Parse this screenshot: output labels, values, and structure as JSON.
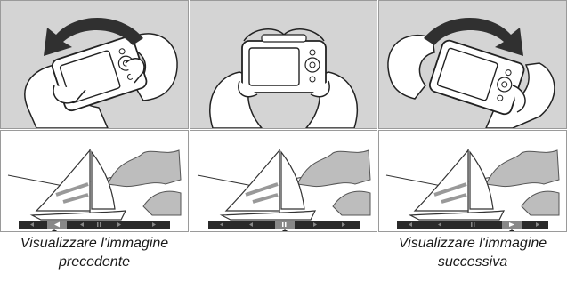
{
  "captions": {
    "left_line1": "Visualizzare l'immagine",
    "left_line2": "precedente",
    "right_line1": "Visualizzare l'immagine",
    "right_line2": "successiva"
  },
  "icons": {
    "arrow_left": "curved-arrow-left-icon",
    "arrow_right": "curved-arrow-right-icon"
  },
  "colors": {
    "panel_bg": "#d4d4d4",
    "border": "#9a9a9a",
    "arrow": "#303030",
    "bar": "#2a2a2a"
  }
}
